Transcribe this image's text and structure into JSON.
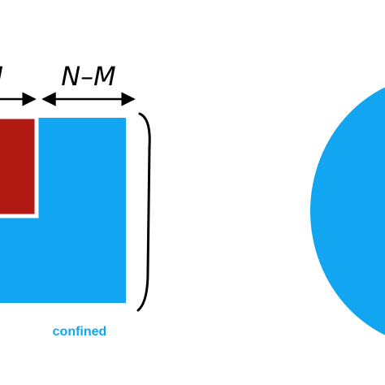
{
  "labels": {
    "left_dimension": "M",
    "right_dimension": "N–M",
    "caption": "confined"
  },
  "colors": {
    "blue": "#12a5f2",
    "red": "#b11a12",
    "ink": "#000000",
    "background": "#ffffff"
  }
}
